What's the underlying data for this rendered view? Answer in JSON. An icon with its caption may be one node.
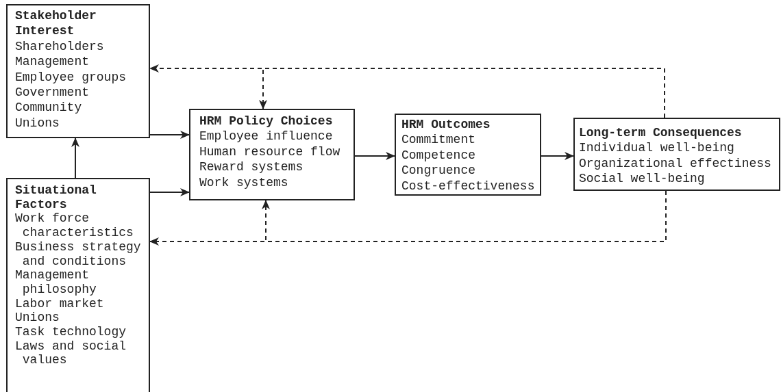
{
  "diagram": {
    "nodes": [
      {
        "text": [
          "Stakeholder Interest",
          "Shareholders",
          "Management",
          "Employee groups",
          "Government",
          "Community",
          "Unions"
        ]
      },
      {
        "text": [
          "Situational Factors",
          "Work force characteristics",
          "Business strategy and conditions",
          "Management philosophy",
          "Labor market",
          "Unions",
          "Task technology",
          "Laws and social values"
        ]
      },
      {
        "text": [
          "HRM Policy Choices",
          "Employee influence",
          "Human resource flow",
          "Reward systems",
          "Work systems"
        ]
      },
      {
        "text": [
          "HRM Outcomes",
          "Commitment",
          "Competence",
          "Congruence",
          "Cost-effectiveness"
        ]
      },
      {
        "text": [
          "Long-term Consequences",
          "Individual well-being",
          "Organizational effectiness",
          "Social well-being"
        ]
      }
    ],
    "edges": [
      {
        "from": 1,
        "to": 0,
        "arrow": "to"
      },
      {
        "from": 0,
        "to": 2,
        "arrow": "to"
      },
      {
        "from": 1,
        "to": 2,
        "arrow": "to"
      },
      {
        "from": 2,
        "to": 3,
        "arrow": "to"
      },
      {
        "from": 3,
        "to": 4,
        "arrow": "to"
      },
      {
        "from": 4,
        "to": 0,
        "arrow": "to",
        "style": "dashed"
      },
      {
        "from": 4,
        "to": 2,
        "arrow": "to",
        "style": "dashed"
      },
      {
        "from": 4,
        "to": 1,
        "arrow": "to",
        "style": "dashed"
      },
      {
        "from": 4,
        "to": 2,
        "arrow": "to",
        "style": "dashed"
      }
    ]
  }
}
